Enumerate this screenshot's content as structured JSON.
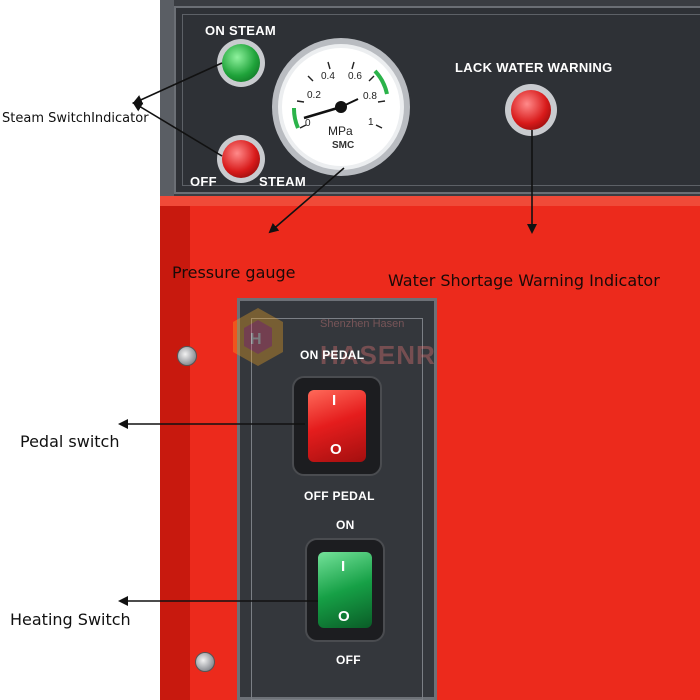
{
  "panel_labels": {
    "on_steam": "ON STEAM",
    "off": "OFF",
    "steam": "STEAM",
    "lack_water_warning": "LACK WATER WARNING",
    "on_pedal": "ON PEDAL",
    "off_pedal": "OFF PEDAL",
    "on": "ON",
    "off_heat": "OFF"
  },
  "gauge": {
    "ticks": [
      "0",
      "0.2",
      "0.4",
      "0.6",
      "0.8",
      "1"
    ],
    "unit": "MPa",
    "brand": "SMC"
  },
  "switch_marks": {
    "pedal_top": "I",
    "pedal_bottom": "O",
    "heat_top": "I",
    "heat_bottom": "O"
  },
  "callouts": {
    "steam_switch": "Steam SwitchIndicator",
    "pressure_gauge": "Pressure gauge",
    "water_warning": "Water Shortage Warning Indicator",
    "pedal_switch": "Pedal switch",
    "heating_switch": "Heating Switch"
  },
  "watermark": {
    "line1": "Shenzhen Hasen",
    "line2": "HASENR"
  },
  "colors": {
    "body_red": "#ec2a1c",
    "panel_dark": "#34373c",
    "lamp_green": "#1fa33a",
    "lamp_red": "#d81a1a",
    "switch_red": "#e51d1d",
    "switch_green": "#16a046"
  }
}
